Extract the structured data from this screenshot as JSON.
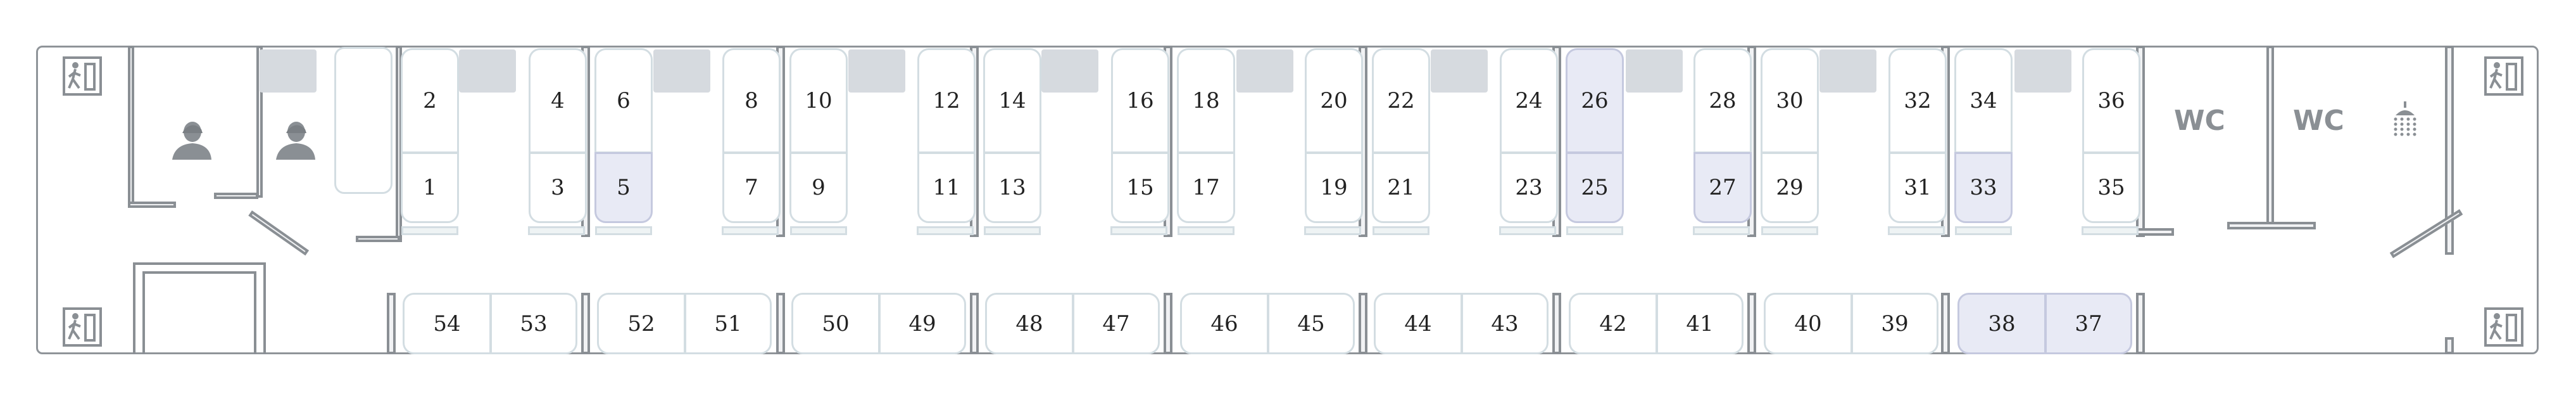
{
  "wc": {
    "label_1": "WC",
    "label_2": "WC"
  },
  "icons": {
    "exit": "emergency-exit-icon",
    "conductor": "conductor-icon",
    "shower": "shower-icon"
  },
  "colors": {
    "available": "#ffffff",
    "selected": "#e8eaf5",
    "wall": "#8a8f94",
    "window": "#d6dadf"
  },
  "compartments": [
    {
      "upper": [
        "2",
        "4"
      ],
      "lower": [
        "1",
        "3"
      ],
      "highlight": []
    },
    {
      "upper": [
        "6",
        "8"
      ],
      "lower": [
        "5",
        "7"
      ],
      "highlight": [
        "5"
      ]
    },
    {
      "upper": [
        "10",
        "12"
      ],
      "lower": [
        "9",
        "11"
      ],
      "highlight": []
    },
    {
      "upper": [
        "14",
        "16"
      ],
      "lower": [
        "13",
        "15"
      ],
      "highlight": []
    },
    {
      "upper": [
        "18",
        "20"
      ],
      "lower": [
        "17",
        "19"
      ],
      "highlight": []
    },
    {
      "upper": [
        "22",
        "24"
      ],
      "lower": [
        "21",
        "23"
      ],
      "highlight": []
    },
    {
      "upper": [
        "26",
        "28"
      ],
      "lower": [
        "25",
        "27"
      ],
      "highlight": [
        "26",
        "25",
        "27"
      ]
    },
    {
      "upper": [
        "30",
        "32"
      ],
      "lower": [
        "29",
        "31"
      ],
      "highlight": []
    },
    {
      "upper": [
        "34",
        "36"
      ],
      "lower": [
        "33",
        "35"
      ],
      "highlight": [
        "33"
      ]
    }
  ],
  "side_berths": [
    {
      "left": "54",
      "right": "53",
      "highlight": false
    },
    {
      "left": "52",
      "right": "51",
      "highlight": false
    },
    {
      "left": "50",
      "right": "49",
      "highlight": false
    },
    {
      "left": "48",
      "right": "47",
      "highlight": false
    },
    {
      "left": "46",
      "right": "45",
      "highlight": false
    },
    {
      "left": "44",
      "right": "43",
      "highlight": false
    },
    {
      "left": "42",
      "right": "41",
      "highlight": false
    },
    {
      "left": "40",
      "right": "39",
      "highlight": false
    },
    {
      "left": "38",
      "right": "37",
      "highlight": true
    }
  ]
}
